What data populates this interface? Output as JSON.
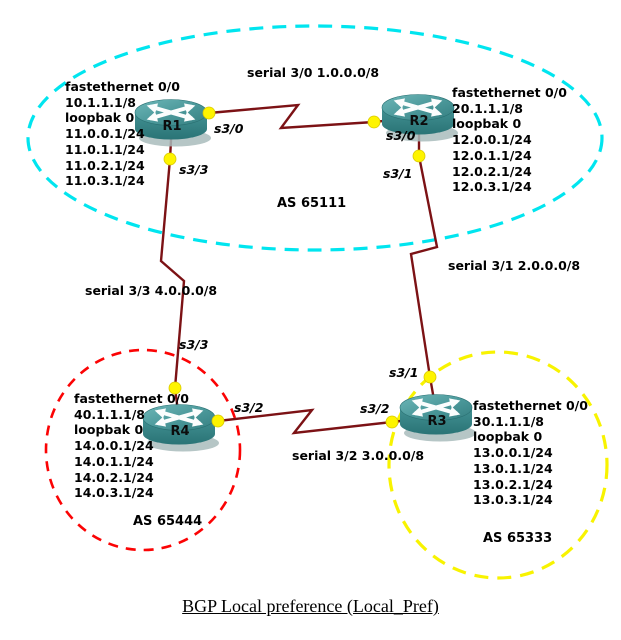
{
  "title": "BGP Local preference (Local_Pref)",
  "routers": [
    {
      "name": "R1",
      "lines": [
        "fastethernet 0/0",
        "10.1.1.1/8",
        "loopbak 0",
        "11.0.0.1/24",
        "11.0.1.1/24",
        "11.0.2.1/24",
        "11.0.3.1/24"
      ]
    },
    {
      "name": "R2",
      "lines": [
        "fastethernet 0/0",
        "20.1.1.1/8",
        "loopbak 0",
        "12.0.0.1/24",
        "12.0.1.1/24",
        "12.0.2.1/24",
        "12.0.3.1/24"
      ]
    },
    {
      "name": "R3",
      "lines": [
        "fastethernet 0/0",
        "30.1.1.1/8",
        "loopbak 0",
        "13.0.0.1/24",
        "13.0.1.1/24",
        "13.0.2.1/24",
        "13.0.3.1/24"
      ]
    },
    {
      "name": "R4",
      "lines": [
        "fastethernet 0/0",
        "40.1.1.1/8",
        "loopbak 0",
        "14.0.0.1/24",
        "14.0.1.1/24",
        "14.0.2.1/24",
        "14.0.3.1/24"
      ]
    }
  ],
  "links": [
    {
      "label": "serial 3/0",
      "subnet": "1.0.0.0/8",
      "port_a": "s3/0",
      "port_b": "s3/0",
      "between": "R1-R2"
    },
    {
      "label": "serial 3/3",
      "subnet": "4.0.0.0/8",
      "port_a": "s3/3",
      "port_b": "s3/3",
      "between": "R1-R4"
    },
    {
      "label": "serial 3/1",
      "subnet": "2.0.0.0/8",
      "port_a": "s3/1",
      "port_b": "s3/1",
      "between": "R2-R3"
    },
    {
      "label": "serial 3/2",
      "subnet": "3.0.0.0/8",
      "port_a": "s3/2",
      "port_b": "s3/2",
      "between": "R4-R3"
    }
  ],
  "as_zones": [
    {
      "label": "AS 65111",
      "color": "#00e5ef",
      "members": "R1, R2"
    },
    {
      "label": "AS 65444",
      "color": "#fb0304",
      "members": "R4"
    },
    {
      "label": "AS 65333",
      "color": "#f8f300",
      "members": "R3"
    }
  ],
  "colors": {
    "link_line": "#7c1215",
    "port_dot": "#fef400",
    "as65111_boundary": "#00e5ef",
    "as65444_boundary": "#fb0304",
    "as65333_boundary": "#f8f300",
    "router_body": "#3f8e90"
  }
}
